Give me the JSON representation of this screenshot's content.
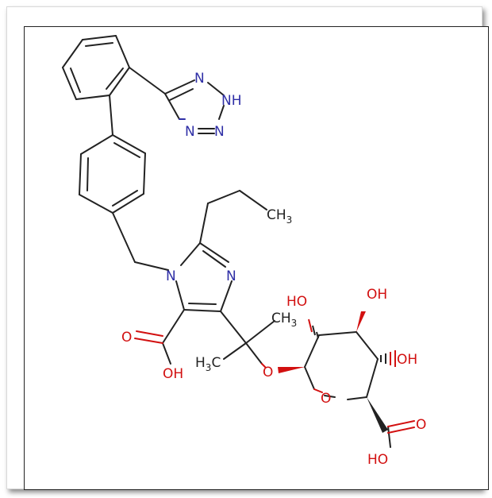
{
  "colors": {
    "bond": "#222222",
    "nitrogen": "#2f2fa6",
    "oxygen": "#d21010",
    "carbon": "#222222"
  },
  "atoms": {
    "tz_n_top": "N",
    "tz_nh": "NH",
    "tz_n_bottom_left": "N",
    "tz_n_bottom_right": "N",
    "ch3_propyl": "CH",
    "ch3_propyl_sub": "3",
    "im_n1": "N",
    "im_n3": "N",
    "acid_o": "O",
    "acid_oh": "OH",
    "ch3_upper": "CH",
    "ch3_upper_sub": "3",
    "h3c_lower": "H",
    "h3c_lower_sub": "3",
    "h3c_lower_c": "C",
    "ether_o": "O",
    "ho_left": "HO",
    "oh_top": "OH",
    "oh_right": "OH",
    "ring_o": "O",
    "gluc_acid_o": "O",
    "gluc_acid_ho": "HO"
  }
}
